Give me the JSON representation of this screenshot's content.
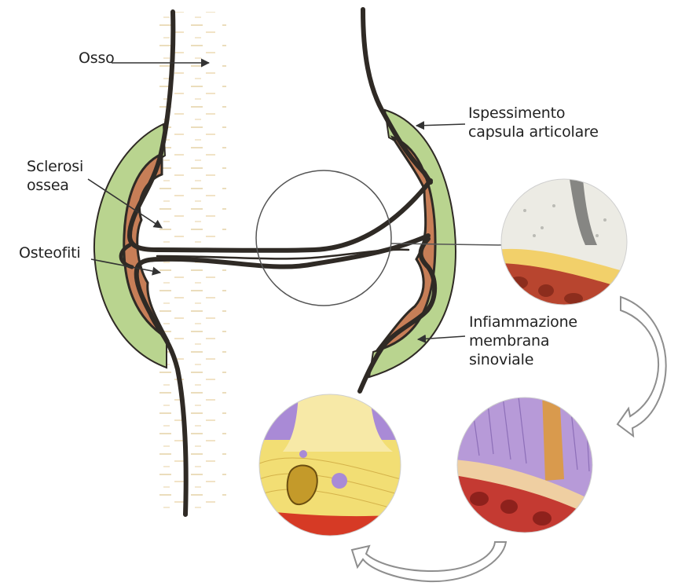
{
  "labels": {
    "bone": "Osso",
    "capsule": [
      "Ispessimento",
      "capsula articolare"
    ],
    "sclerosis": [
      "Sclerosi",
      "ossea"
    ],
    "osteophytes": "Osteofiti",
    "synovium": [
      "Infiammazione",
      "membrana",
      "sinoviale"
    ]
  },
  "colors": {
    "outline": "#2f2a25",
    "capsule_green": "#b9d48f",
    "synovium_brown": "#c77e57",
    "cartilage_yellow": "#f2d06a",
    "bone_red": "#b8452f",
    "cell_purple": "#a98ad6",
    "arrow_gray": "#9a9a9a"
  },
  "icons": [
    "circular-progression-arrow-icon"
  ]
}
